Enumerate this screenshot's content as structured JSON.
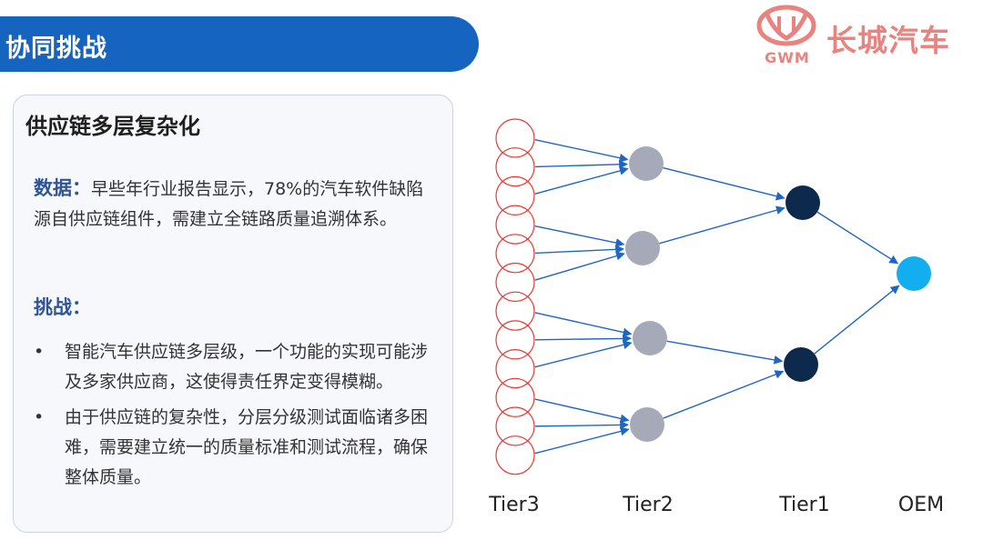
{
  "header": {
    "title": "协同挑战"
  },
  "logo": {
    "brand_cn": "长城汽车",
    "brand_en": "GWM"
  },
  "card": {
    "title": "供应链多层复杂化",
    "data_label": "数据：",
    "data_text": "早些年行业报告显示，78%的汽车软件缺陷源自供应链组件，需建立全链路质量追溯体系。",
    "challenge_label": "挑战：",
    "bullets": [
      "智能汽车供应链多层级，一个功能的实现可能涉及多家供应商，这使得责任界定变得模糊。",
      "由于供应链的复杂性，分层分级测试面临诸多困难，需要建立统一的质量标准和测试流程，确保整体质量。"
    ]
  },
  "diagram": {
    "tiers": [
      "Tier3",
      "Tier2",
      "Tier1",
      "OEM"
    ],
    "tier3_count": 12,
    "tier2_count": 4,
    "tier1_count": 2,
    "oem_count": 1,
    "colors": {
      "tier3_stroke": "#e53935",
      "tier2_fill": "#a6a9b8",
      "tier1_fill": "#0d2a4d",
      "oem_fill": "#12aef0",
      "arrow": "#1e66c4",
      "header": "#1565c0",
      "logo": "#e8837f",
      "accent_text": "#2f5597"
    }
  }
}
